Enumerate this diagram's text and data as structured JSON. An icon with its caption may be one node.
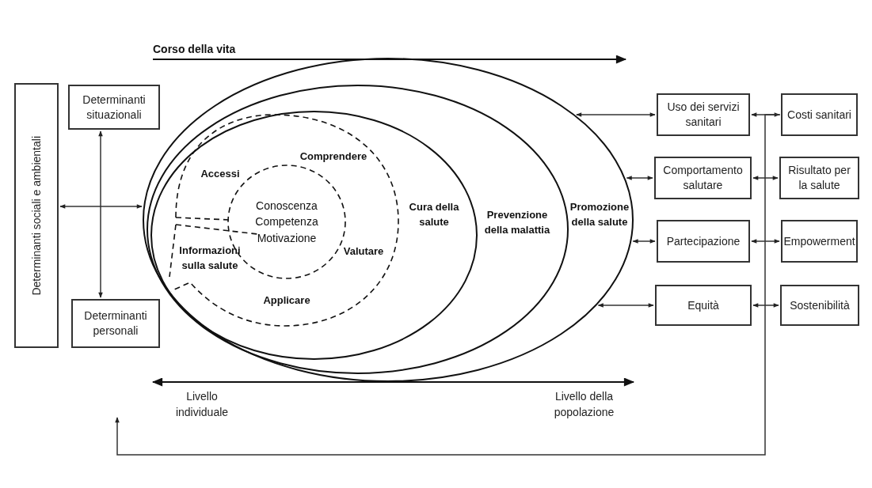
{
  "diagram": {
    "nodes": [
      {
        "text": [
          "Determinanti sociali e ambientali"
        ]
      },
      {
        "text": [
          "Determinanti situazionali"
        ]
      },
      {
        "text": [
          "Determinanti personali"
        ]
      },
      {
        "text": [
          "Promozione della salute"
        ]
      },
      {
        "text": [
          "Prevenzione della malattia"
        ],
        "in": 3
      },
      {
        "text": [
          "Cura della salute"
        ],
        "in": 4
      },
      {
        "text": [
          "Accessi",
          "Comprendere",
          "Valutare",
          "Applicare",
          "Informazioni sulla salute"
        ],
        "in": 5
      },
      {
        "text": [
          "Conoscenza Competenza Motivazione"
        ],
        "in": 6
      },
      {
        "text": [
          "Uso dei servizi sanitari"
        ]
      },
      {
        "text": [
          "Comportamento salutare"
        ]
      },
      {
        "text": [
          "Partecipazione"
        ]
      },
      {
        "text": [
          "Equità"
        ]
      },
      {
        "text": [
          "Costi sanitari"
        ]
      },
      {
        "text": [
          "Risultato per la salute"
        ]
      },
      {
        "text": [
          "Empowerment"
        ]
      },
      {
        "text": [
          "Sostenibilità"
        ]
      }
    ],
    "edges": [
      {
        "from": 0,
        "to": 3,
        "arrow": "both"
      },
      {
        "from": 1,
        "to": 2,
        "arrow": "both"
      },
      {
        "from": 3,
        "to": 8,
        "arrow": "both"
      },
      {
        "from": 3,
        "to": 9,
        "arrow": "both"
      },
      {
        "from": 3,
        "to": 10,
        "arrow": "both"
      },
      {
        "from": 3,
        "to": 11,
        "arrow": "both"
      },
      {
        "from": 8,
        "to": 12,
        "arrow": "both"
      },
      {
        "from": 9,
        "to": 13,
        "arrow": "both"
      },
      {
        "from": 10,
        "to": 14,
        "arrow": "both"
      },
      {
        "from": 11,
        "to": 15,
        "arrow": "both"
      },
      {
        "from": 12,
        "to": null,
        "arrow": "to"
      }
    ],
    "labels": [
      "Corso della vita",
      "Livello individuale",
      "Livello della popolazione"
    ]
  }
}
